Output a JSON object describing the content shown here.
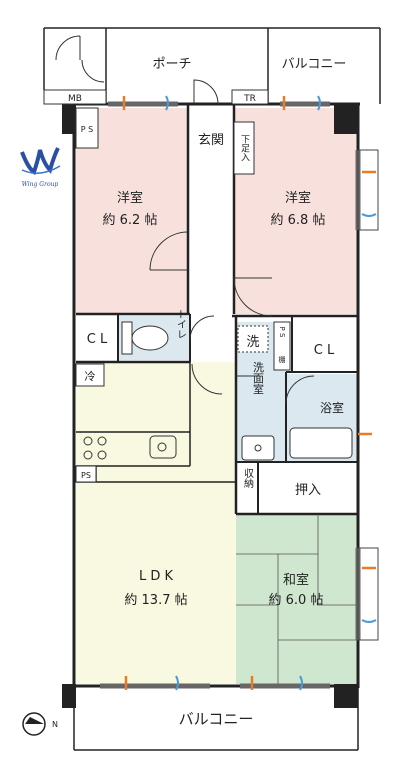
{
  "logo": {
    "text": "Wing Group",
    "brand_color": "#2a4fa3"
  },
  "compass": {
    "label": "N"
  },
  "colors": {
    "western_room": "#f8e1dc",
    "ldk": "#f9f8e1",
    "japanese_room": "#cfe6cf",
    "wet_area": "#dbe8ef",
    "wall": "#222222",
    "window_warm": "#e87a2a",
    "window_cool": "#4a9ad6"
  },
  "rooms": {
    "porch": "ポーチ",
    "balcony_top": "バルコニー",
    "mb": "MB",
    "tr": "TR",
    "ps_top": "P S",
    "entrance": "玄関",
    "shoe_box": "下足入",
    "western1": {
      "name": "洋室",
      "size": "約 6.2 帖"
    },
    "western2": {
      "name": "洋室",
      "size": "約 6.8 帖"
    },
    "cl_left": "C L",
    "toilet": "トイレ",
    "wash_machine": "洗",
    "ps_mid": "P S",
    "shelf": "棚",
    "cl_right": "C L",
    "fridge": "冷",
    "washroom": "洗面室",
    "bathroom": "浴室",
    "ps_kitchen": "PS",
    "storage": "収納",
    "oshiire": "押入",
    "ldk": {
      "name": "L D K",
      "size": "約 13.7 帖"
    },
    "japanese": {
      "name": "和室",
      "size": "約 6.0 帖"
    },
    "balcony_bottom": "バルコニー"
  }
}
